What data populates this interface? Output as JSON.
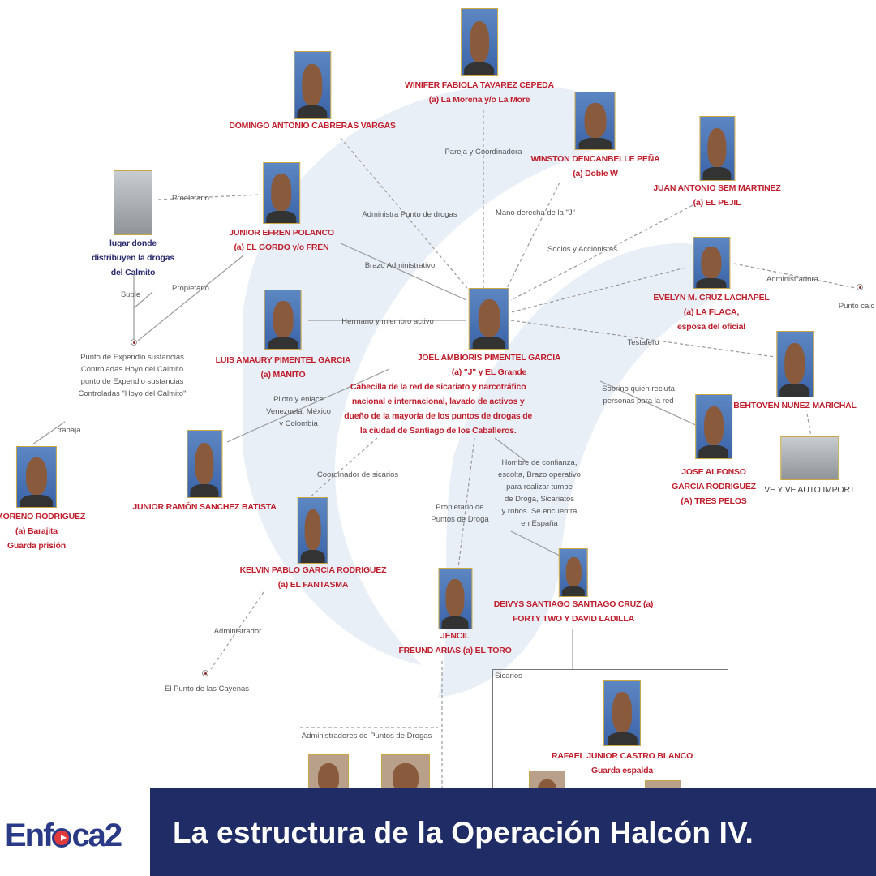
{
  "banner": {
    "title": "La estructura de la Operación Halcón IV.",
    "logo": "Enfoca2"
  },
  "nodes": [
    {
      "id": "winifer",
      "lines": [
        "WINIFER FABIOLA TAVAREZ CEPEDA",
        "(a) La Morena y/o La More"
      ]
    },
    {
      "id": "domingo",
      "lines": [
        "DOMINGO ANTONIO CABRERAS VARGAS"
      ]
    },
    {
      "id": "winston",
      "lines": [
        "WINSTON DENCANBELLE PEÑA",
        "(a) Doble W"
      ]
    },
    {
      "id": "juan-antonio",
      "lines": [
        "JUAN ANTONIO SEM MARTINEZ",
        "(a) EL PEJIL"
      ]
    },
    {
      "id": "lugar",
      "lines": [
        "lugar donde",
        "distribuyen la drogas",
        "del Calmito"
      ],
      "kind": "place"
    },
    {
      "id": "junior-efren",
      "lines": [
        "JUNIOR EFREN POLANCO",
        "(a) EL GORDO y/o FREN"
      ]
    },
    {
      "id": "evelyn",
      "lines": [
        "EVELYN M. CRUZ LACHAPEL",
        "(a) LA FLACA,",
        "esposa del oficial"
      ]
    },
    {
      "id": "luis-amaury",
      "lines": [
        "LUIS AMAURY PIMENTEL GARCIA",
        "(a) MANITO"
      ]
    },
    {
      "id": "joel",
      "lines": [
        "JOEL AMBIORIS PIMENTEL GARCIA",
        "(a) \"J\" y EL Grande"
      ],
      "desc": "Cabecilla de la red de sicariato y narcotráfico nacional e internacional, lavado de activos y dueño de la mayoría de los puntos de drogas de la ciudad de Santiago de los Caballeros."
    },
    {
      "id": "behtoven",
      "lines": [
        "BEHTOVEN NUÑEZ MARICHAL"
      ]
    },
    {
      "id": "ve-y-ve",
      "lines": [
        "VE Y VE AUTO IMPORT"
      ],
      "kind": "place"
    },
    {
      "id": "jose-alfonso",
      "lines": [
        "JOSE ALFONSO",
        "GARCIA RODRIGUEZ",
        "(A) TRES PELOS"
      ]
    },
    {
      "id": "moreno",
      "lines": [
        "N MORENO RODRIGUEZ",
        "(a) Barajita",
        "Guarda prisión"
      ]
    },
    {
      "id": "junior-ramon",
      "lines": [
        "JUNIOR RAMÓN SANCHEZ BATISTA"
      ]
    },
    {
      "id": "kelvin",
      "lines": [
        "KELVIN PABLO GARCIA RODRIGUEZ",
        "(a) EL FANTASMA"
      ]
    },
    {
      "id": "deivys",
      "lines": [
        "DEIVYS SANTIAGO SANTIAGO CRUZ (a)",
        "FORTY TWO Y DAVID LADILLA"
      ]
    },
    {
      "id": "jencil",
      "lines": [
        "JENCIL",
        "FREUND ARIAS (a) EL TORO"
      ]
    },
    {
      "id": "rafael",
      "lines": [
        "RAFAEL JUNIOR CASTRO BLANCO",
        "Guarda espalda"
      ]
    }
  ],
  "places": [
    {
      "id": "punto-calimito",
      "lines": [
        "Punto de Expendio sustancias",
        "Controladas Hoyo del Calmito",
        "punto de Expendio sustancias",
        "Controladas \"Hoyo del Calmito\""
      ]
    },
    {
      "id": "punto-cayenas",
      "lines": [
        "El Punto de las Cayenas"
      ]
    },
    {
      "id": "punto-calc",
      "lines": [
        "Punto calc"
      ]
    }
  ],
  "edge_labels": [
    [
      "Proeletario"
    ],
    [
      "Administra Punto de drogas"
    ],
    [
      "Pareja y Coordinadora"
    ],
    [
      "Mano derecha de la \"J\""
    ],
    [
      "Socios y Accionistas"
    ],
    [
      "Brazo Administrativo"
    ],
    [
      "Propietario"
    ],
    [
      "Suple"
    ],
    [
      "Hermano y miembro activo"
    ],
    [
      "Administradora"
    ],
    [
      "Testafero"
    ],
    [
      "Sobrino quien recluta",
      "personas para la red"
    ],
    [
      "Piloto y enlace",
      "Venezuela, México",
      "y Colombia"
    ],
    [
      "trabaja"
    ],
    [
      "Coordinador de sicarios"
    ],
    [
      "Propietario de",
      "Puntos de Droga"
    ],
    [
      "Hombre de confianza,",
      "escolta, Brazo operativo",
      "para realizar tumbe",
      "de Droga, Sicariatos",
      "y robos. Se encuentra",
      "en España"
    ],
    [
      "Administrador"
    ],
    [
      "Sicarios"
    ],
    [
      "Administradores de Puntos de Drogas"
    ]
  ],
  "colors": {
    "name_red": "#c0202e",
    "place_blue": "#2a2b6e",
    "banner_navy": "#1f2c66",
    "watermark": "#e7edf6"
  }
}
